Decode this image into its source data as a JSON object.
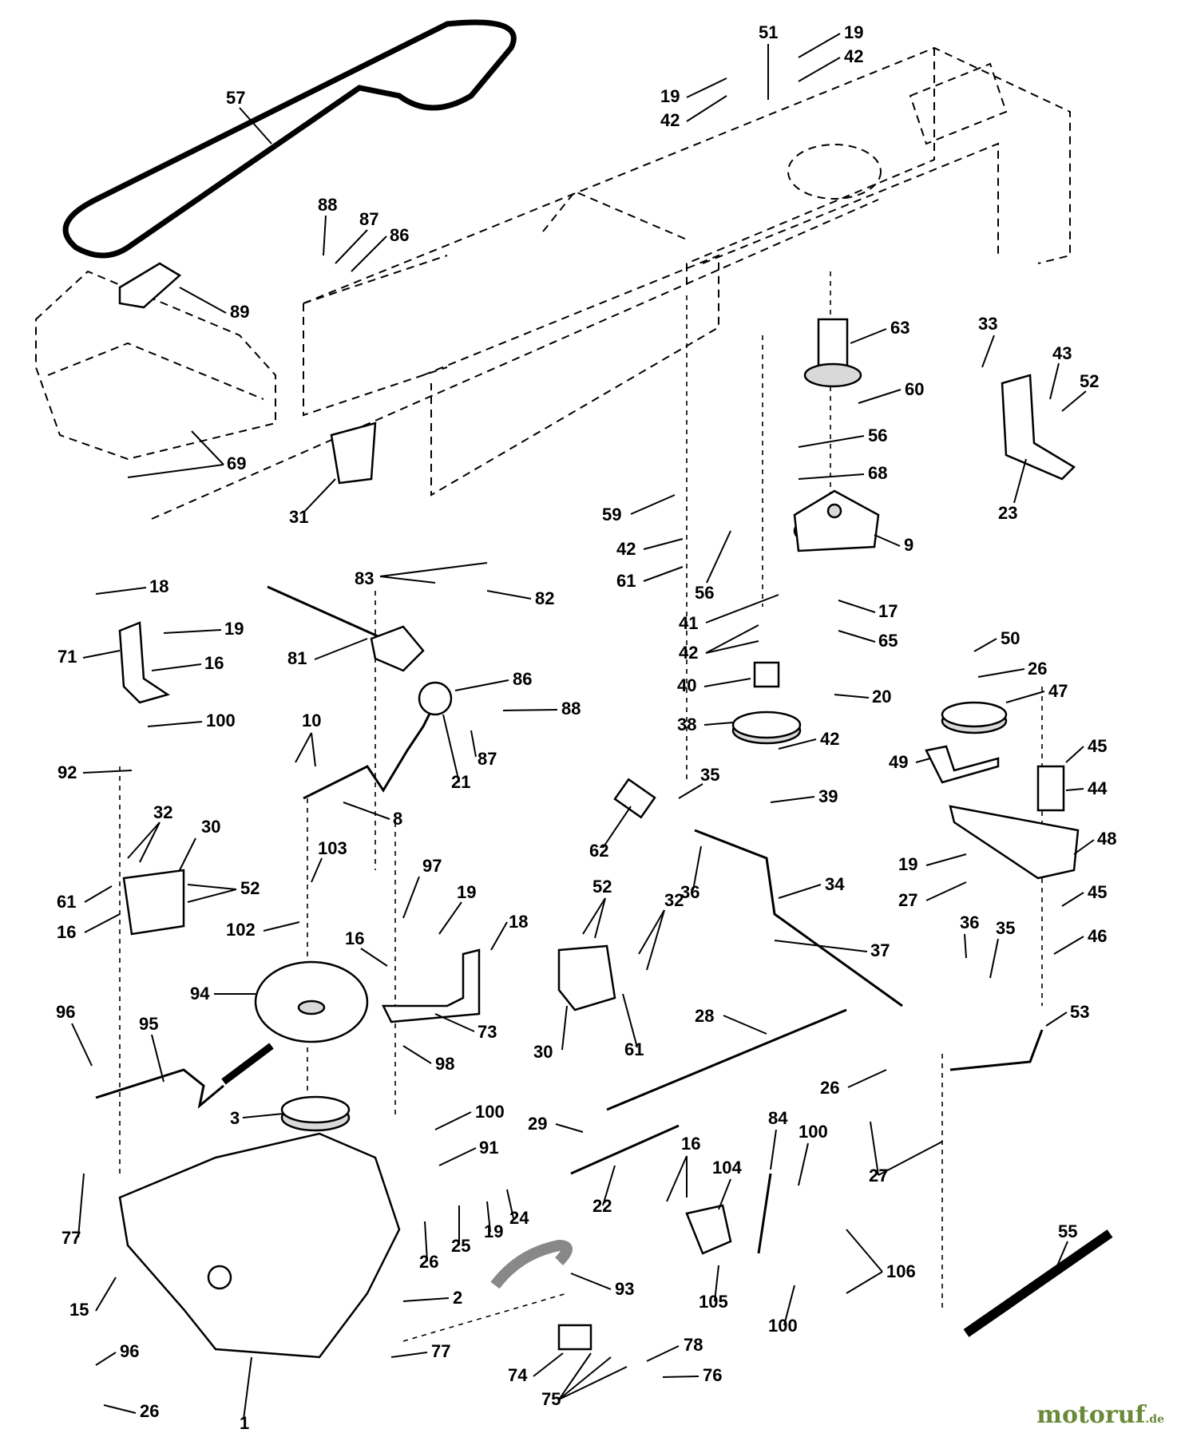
{
  "watermark": {
    "text": "motoruf",
    "suffix": ".de"
  },
  "callouts": {
    "n57": "57",
    "n51": "51",
    "n19a": "19",
    "n19b": "19",
    "n42a": "42",
    "n42b": "42",
    "n88a": "88",
    "n87a": "87",
    "n86a": "86",
    "n89": "89",
    "n63": "63",
    "n33": "33",
    "n43": "43",
    "n52a": "52",
    "n60": "60",
    "n56a": "56",
    "n68": "68",
    "n69": "69",
    "n31": "31",
    "n59": "59",
    "n9": "9",
    "n23": "23",
    "n42c": "42",
    "n61a": "61",
    "n56b": "56",
    "n18a": "18",
    "n83": "83",
    "n82": "82",
    "n19c": "19",
    "n71": "71",
    "n16a": "16",
    "n81": "81",
    "n41": "41",
    "n17": "17",
    "n42d": "42",
    "n65": "65",
    "n50": "50",
    "n26a": "26",
    "n86b": "86",
    "n40": "40",
    "n20": "20",
    "n100a": "100",
    "n88b": "88",
    "n47": "47",
    "n10": "10",
    "n38": "38",
    "n42e": "42",
    "n87b": "87",
    "n92": "92",
    "n21": "21",
    "n49": "49",
    "n45a": "45",
    "n35a": "35",
    "n39": "39",
    "n44": "44",
    "n8": "8",
    "n32a": "32",
    "n30a": "30",
    "n62": "62",
    "n48": "48",
    "n103": "103",
    "n97": "97",
    "n36a": "36",
    "n34": "34",
    "n19d": "19",
    "n61b": "61",
    "n52b": "52",
    "n27a": "27",
    "n45b": "45",
    "n16b": "16",
    "n102": "102",
    "n19e": "19",
    "n18b": "18",
    "n52c": "52",
    "n32b": "32",
    "n36b": "36",
    "n35b": "35",
    "n46": "46",
    "n16c": "16",
    "n37": "37",
    "n94": "94",
    "n96a": "96",
    "n95": "95",
    "n73": "73",
    "n30b": "30",
    "n61c": "61",
    "n28": "28",
    "n53": "53",
    "n98": "98",
    "n26b": "26",
    "n3": "3",
    "n100b": "100",
    "n29": "29",
    "n84": "84",
    "n100c": "100",
    "n16d": "16",
    "n104": "104",
    "n27b": "27",
    "n91": "91",
    "n77a": "77",
    "n24": "24",
    "n22": "22",
    "n19f": "19",
    "n25": "25",
    "n26c": "26",
    "n55": "55",
    "n93": "93",
    "n106": "106",
    "n105": "105",
    "n15": "15",
    "n2": "2",
    "n100d": "100",
    "n96b": "96",
    "n77b": "77",
    "n78": "78",
    "n74": "74",
    "n76": "76",
    "n75": "75",
    "n26d": "26",
    "n1": "1"
  }
}
